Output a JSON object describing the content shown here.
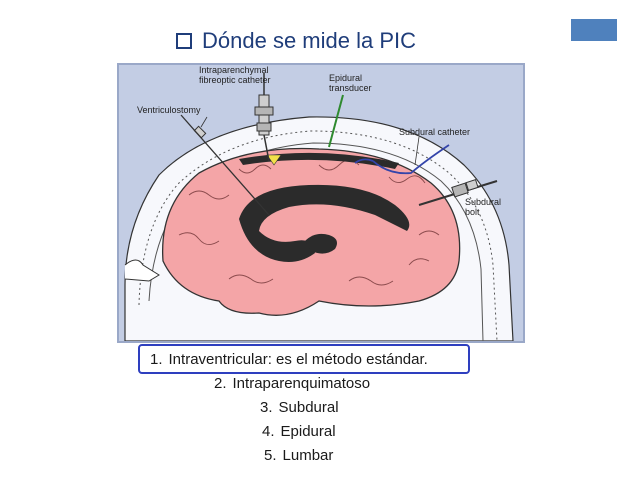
{
  "slide": {
    "title": "Dónde se mide la PIC",
    "title_color": "#1f3d7a",
    "accent_color": "#4f81bd",
    "highlight_color": "#2e3fbf"
  },
  "figure": {
    "labels": {
      "intraparenchymal_line1": "Intraparenchymal",
      "intraparenchymal_line2": "fibreoptic catheter",
      "epidural_line1": "Epidural",
      "epidural_line2": "transducer",
      "ventriculostomy": "Ventriculostomy",
      "subdural_catheter": "Subdural catheter",
      "subdural_bolt_line1": "Subdural",
      "subdural_bolt_line2": "bolt"
    },
    "colors": {
      "background": "#c3cde4",
      "brain": "#f4a5a7",
      "ventricle": "#2b2b2b",
      "skull": "#e9ecf4"
    }
  },
  "list": {
    "items": [
      {
        "num": "1.",
        "text": "Intraventricular: es el método estándar."
      },
      {
        "num": "2.",
        "text": "Intraparenquimatoso"
      },
      {
        "num": "3.",
        "text": "Subdural"
      },
      {
        "num": "4.",
        "text": "Epidural"
      },
      {
        "num": "5.",
        "text": "Lumbar"
      }
    ]
  }
}
